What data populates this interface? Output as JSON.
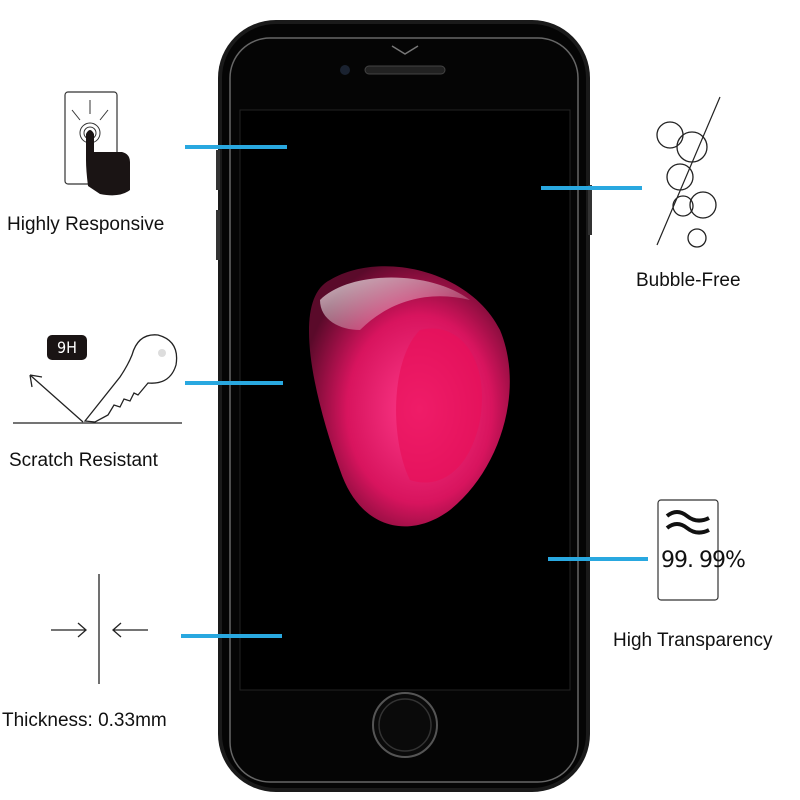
{
  "features": [
    {
      "label": "Highly Responsive",
      "icon": "touch-icon"
    },
    {
      "label": "Bubble-Free",
      "icon": "bubbles-icon"
    },
    {
      "label": "Scratch Resistant",
      "icon": "key-scratch-icon",
      "badge": "9H"
    },
    {
      "label": "High Transparency",
      "icon": "transparency-icon",
      "value": "99. 99%"
    },
    {
      "label": "Thickness: 0.33mm",
      "icon": "thickness-arrows-icon"
    }
  ],
  "colors": {
    "accent": "#29a8e0",
    "phone": "#111111",
    "drop": "#e0206a"
  }
}
